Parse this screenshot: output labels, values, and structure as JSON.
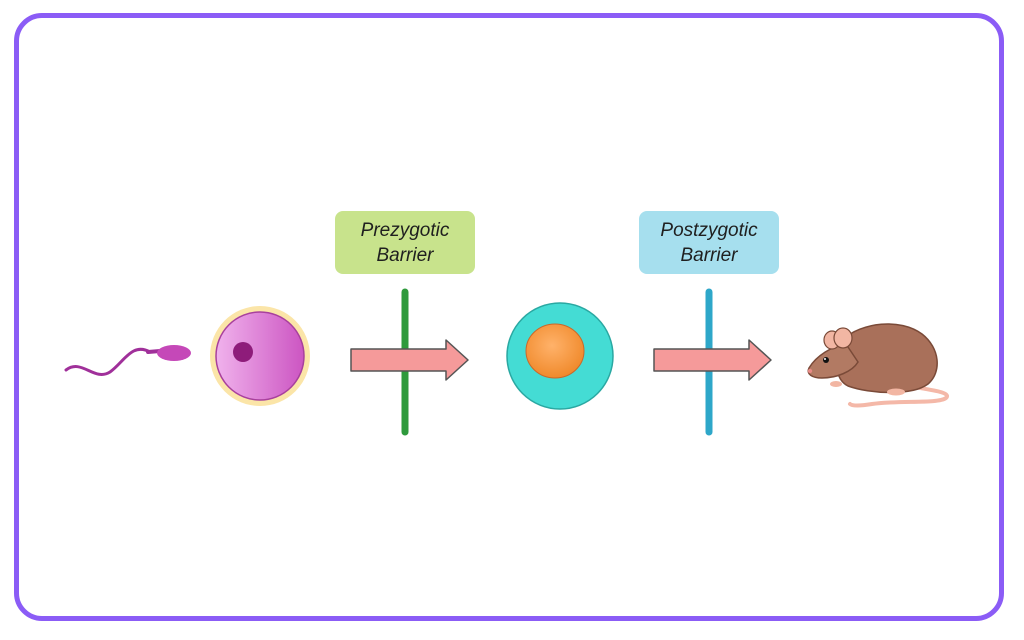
{
  "frame": {
    "border_color": "#8b5cf6"
  },
  "stages": [
    {
      "name": "sperm",
      "icon": "sperm-icon"
    },
    {
      "name": "egg",
      "icon": "egg-cell-icon"
    },
    {
      "name": "zygote",
      "icon": "zygote-icon"
    },
    {
      "name": "offspring",
      "icon": "mouse-icon"
    }
  ],
  "barriers": {
    "prezygotic": {
      "line1": "Prezygotic",
      "line2": "Barrier",
      "box_color": "#c8e38c",
      "bar_color": "#2e9a3c"
    },
    "postzygotic": {
      "line1": "Postzygotic",
      "line2": "Barrier",
      "box_color": "#a6dfee",
      "bar_color": "#2ea7c9"
    }
  },
  "arrows": {
    "fill_color": "#f59a9a",
    "stroke_color": "#555555"
  }
}
